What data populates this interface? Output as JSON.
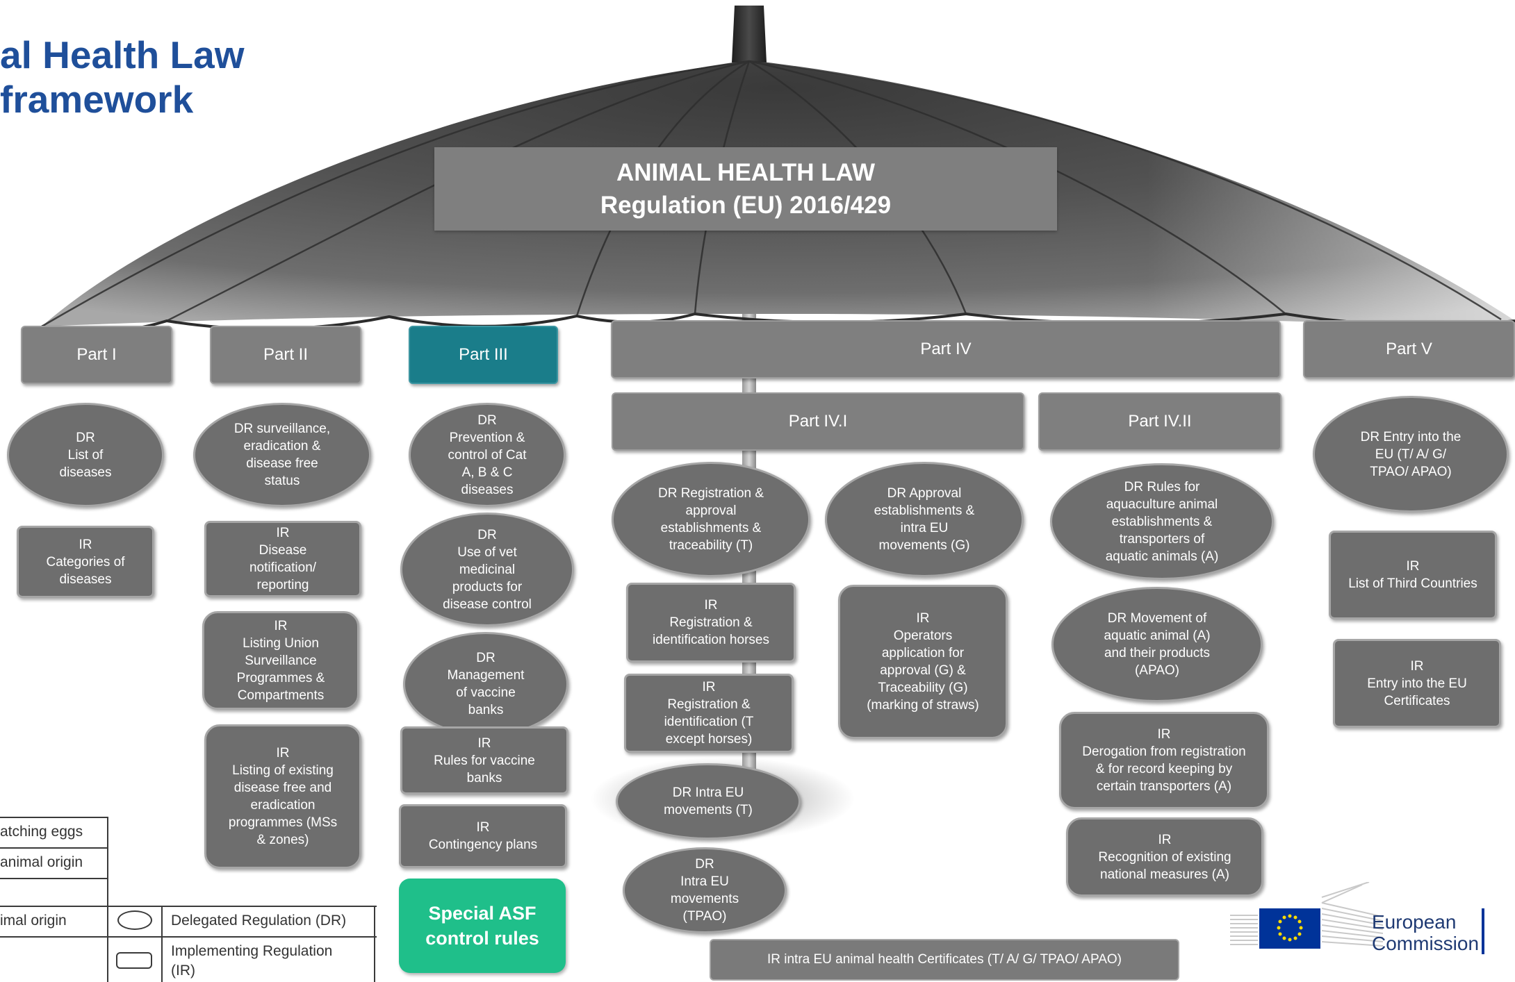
{
  "title": {
    "line1": "al Health Law",
    "line2": "framework"
  },
  "banner": {
    "line1": "ANIMAL HEALTH LAW",
    "line2": "Regulation (EU) 2016/429"
  },
  "parts": {
    "p1": "Part I",
    "p2": "Part II",
    "p3": "Part III",
    "p4": "Part IV",
    "p4_1": "Part IV.I",
    "p4_2": "Part IV.II",
    "p5": "Part V"
  },
  "part1": {
    "dr_list": "DR\nList of\ndiseases",
    "ir_categories": "IR\nCategories of\ndiseases"
  },
  "part2": {
    "dr_surveillance": "DR surveillance,\neradication &\ndisease free\nstatus",
    "ir_notification": "IR\nDisease\nnotification/\nreporting",
    "ir_listing_union": "IR\nListing Union\nSurveillance\nProgrammes &\nCompartments",
    "ir_listing_existing": "IR\nListing of existing\ndisease free and\neradication\nprogrammes (MSs\n& zones)"
  },
  "part3": {
    "dr_prevention": "DR\nPrevention &\ncontrol of Cat\nA, B & C\ndiseases",
    "dr_vet_medicinal": "DR\nUse of vet\nmedicinal\nproducts for\ndisease control",
    "dr_vaccine_banks": "DR\nManagement\nof vaccine\nbanks",
    "ir_vaccine_rules": "IR\nRules for vaccine\nbanks",
    "ir_contingency": "IR\nContingency plans",
    "special_asf": "Special ASF\ncontrol rules"
  },
  "part4_1": {
    "dr_registration": "DR Registration &\napproval\nestablishments &\ntraceability (T)",
    "dr_approval": "DR Approval\nestablishments &\nintra EU\nmovements (G)",
    "ir_horses": "IR\nRegistration &\nidentification horses",
    "ir_except_horses": "IR\nRegistration &\nidentification (T\nexcept horses)",
    "ir_operators": "IR\nOperators\napplication for\napproval (G) &\nTraceability (G)\n(marking of straws)",
    "dr_intra_t": "DR Intra EU\nmovements (T)",
    "dr_intra_tpao": "DR\nIntra EU\nmovements\n(TPAO)"
  },
  "part4_2": {
    "dr_aquaculture": "DR Rules for\naquaculture animal\nestablishments &\ntransporters of\naquatic animals (A)",
    "dr_movement": "DR Movement of\naquatic animal (A)\nand their products\n(APAO)",
    "ir_derogation": "IR\nDerogation from registration\n& for record keeping by\ncertain transporters (A)",
    "ir_recognition": "IR\nRecognition of existing\nnational measures (A)"
  },
  "part5": {
    "dr_entry": "DR Entry into the\nEU (T/ A/ G/\nTPAO/ APAO)",
    "ir_third_countries": "IR\nList of Third Countries",
    "ir_certificates": "IR\nEntry into the EU\nCertificates"
  },
  "certificates_bar": "IR intra EU animal health Certificates (T/ A/ G/ TPAO/ APAO)",
  "legend": {
    "row1": "atching eggs",
    "row2": " animal origin",
    "row4": "imal origin",
    "dr_label": "Delegated Regulation (DR)",
    "ir_label": "Implementing Regulation\n(IR)"
  },
  "logo": {
    "line1": "European",
    "line2": "Commission"
  },
  "colors": {
    "title": "#1f4f9a",
    "box": "#7f7f7f",
    "teal": "#1a7d8a",
    "asf": "#1fbf8a",
    "ec_blue": "#003399",
    "ec_star": "#ffdd00"
  }
}
